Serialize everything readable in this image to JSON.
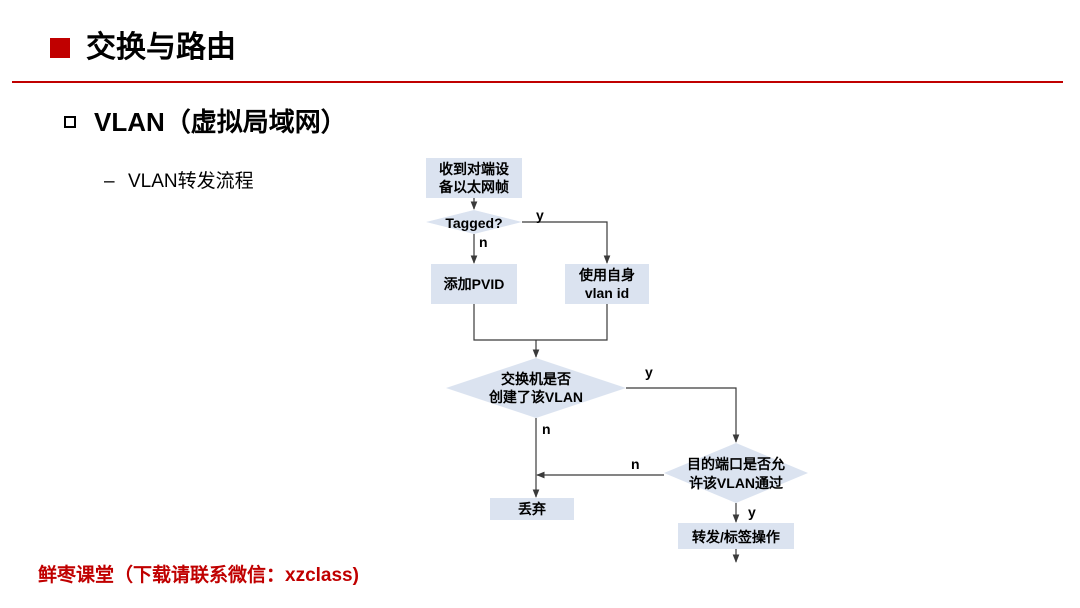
{
  "header": {
    "title": "交换与路由"
  },
  "bullet": {
    "text": "VLAN（虚拟局域网）"
  },
  "sub": {
    "dash": "–",
    "text": "VLAN转发流程"
  },
  "footer": {
    "text": "鲜枣课堂（下载请联系微信：xzclass)"
  },
  "flowchart": {
    "nodes": {
      "receive": {
        "line1": "收到对端设",
        "line2": "备以太网帧"
      },
      "tagged": {
        "text": "Tagged?"
      },
      "add_pvid": {
        "text": "添加PVID"
      },
      "use_own": {
        "line1": "使用自身",
        "line2": "vlan id"
      },
      "vlan_created": {
        "line1": "交换机是否",
        "line2": "创建了该VLAN"
      },
      "port_allowed": {
        "line1": "目的端口是否允",
        "line2": "许该VLAN通过"
      },
      "discard": {
        "text": "丢弃"
      },
      "forward": {
        "text": "转发/标签操作"
      }
    },
    "edges": {
      "tagged_yes": "y",
      "tagged_no": "n",
      "vlan_yes": "y",
      "vlan_no": "n",
      "port_no": "n",
      "port_yes": "y"
    },
    "colors": {
      "node_fill": "#dbe3f0",
      "edge": "#3a3a3a",
      "accent": "#c00000"
    }
  }
}
